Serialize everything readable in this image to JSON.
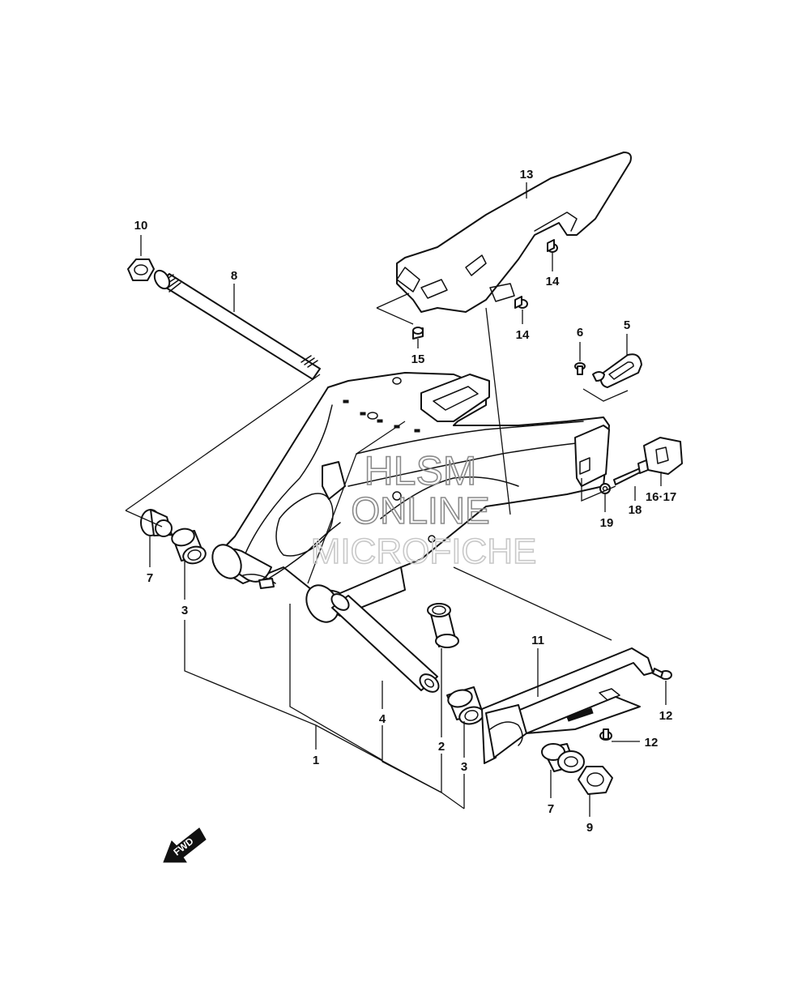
{
  "callouts": {
    "c1": "1",
    "c2": "2",
    "c3a": "3",
    "c3b": "3",
    "c4": "4",
    "c5": "5",
    "c6": "6",
    "c7a": "7",
    "c7b": "7",
    "c8": "8",
    "c9": "9",
    "c10": "10",
    "c11": "11",
    "c12a": "12",
    "c12b": "12",
    "c13": "13",
    "c14a": "14",
    "c14b": "14",
    "c15": "15",
    "c1617": "16·17",
    "c18": "18",
    "c19": "19"
  },
  "watermark": {
    "line1": "HLSM",
    "line2": "ONLINE",
    "line3": "MICROFICHE"
  },
  "fwd_label": "FWD"
}
